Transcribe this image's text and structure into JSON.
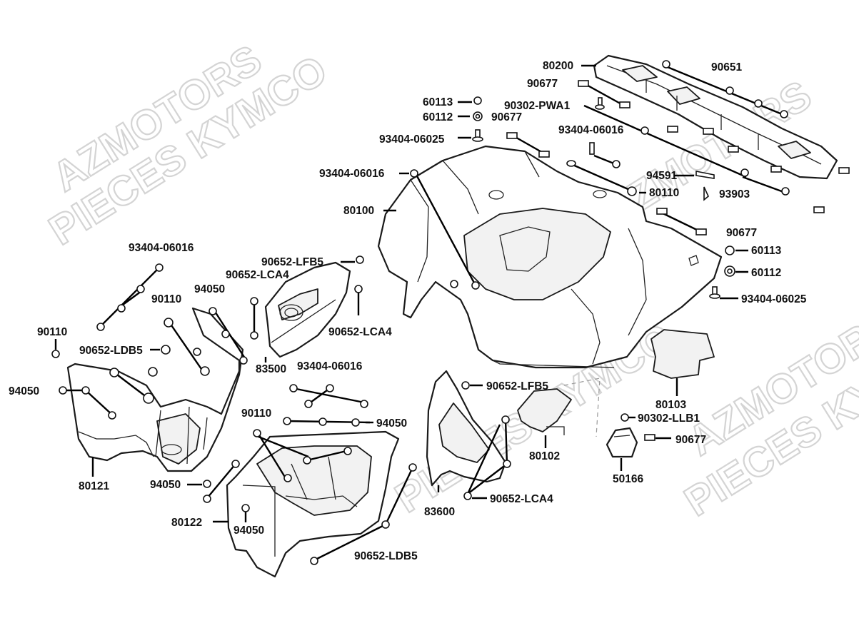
{
  "watermarks": {
    "w1": "AZMOTORS",
    "w2": "PIECES KYMCO",
    "w3": "AZMOTORS",
    "w4": "PIECES KYMCO",
    "w5": "AZMOTORS",
    "w6": "PIECES KYMCO"
  },
  "labels": {
    "p80200": "80200",
    "p90651": "90651",
    "p90677a": "90677",
    "p60113a": "60113",
    "p90302pwa1": "90302-PWA1",
    "p60112a": "60112",
    "p90677b": "90677",
    "p93404_06016a": "93404-06016",
    "p93404_06025a": "93404-06025",
    "p93404_06016b": "93404-06016",
    "p94591": "94591",
    "p80110": "80110",
    "p93903": "93903",
    "p80100": "80100",
    "p90677c": "90677",
    "p60113b": "60113",
    "p60112b": "60112",
    "p93404_06025b": "93404-06025",
    "p93404_06016c": "93404-06016",
    "p90652_lfb5a": "90652-LFB5",
    "p90652_lca4a": "90652-LCA4",
    "p90110a": "90110",
    "p94050a": "94050",
    "p90652_lca4b": "90652-LCA4",
    "p90110b": "90110",
    "p90652_ldb5a": "90652-LDB5",
    "p83500": "83500",
    "p93404_06016d": "93404-06016",
    "p94050b": "94050",
    "p90652_lfb5b": "90652-LFB5",
    "p80103": "80103",
    "p90302_llb1": "90302-LLB1",
    "p90677d": "90677",
    "p90110c": "90110",
    "p94050c": "94050",
    "p80102": "80102",
    "p50166": "50166",
    "p80121": "80121",
    "p94050d": "94050",
    "p90652_lca4c": "90652-LCA4",
    "p83600": "83600",
    "p80122": "80122",
    "p94050e": "94050",
    "p90652_ldb5b": "90652-LDB5"
  }
}
